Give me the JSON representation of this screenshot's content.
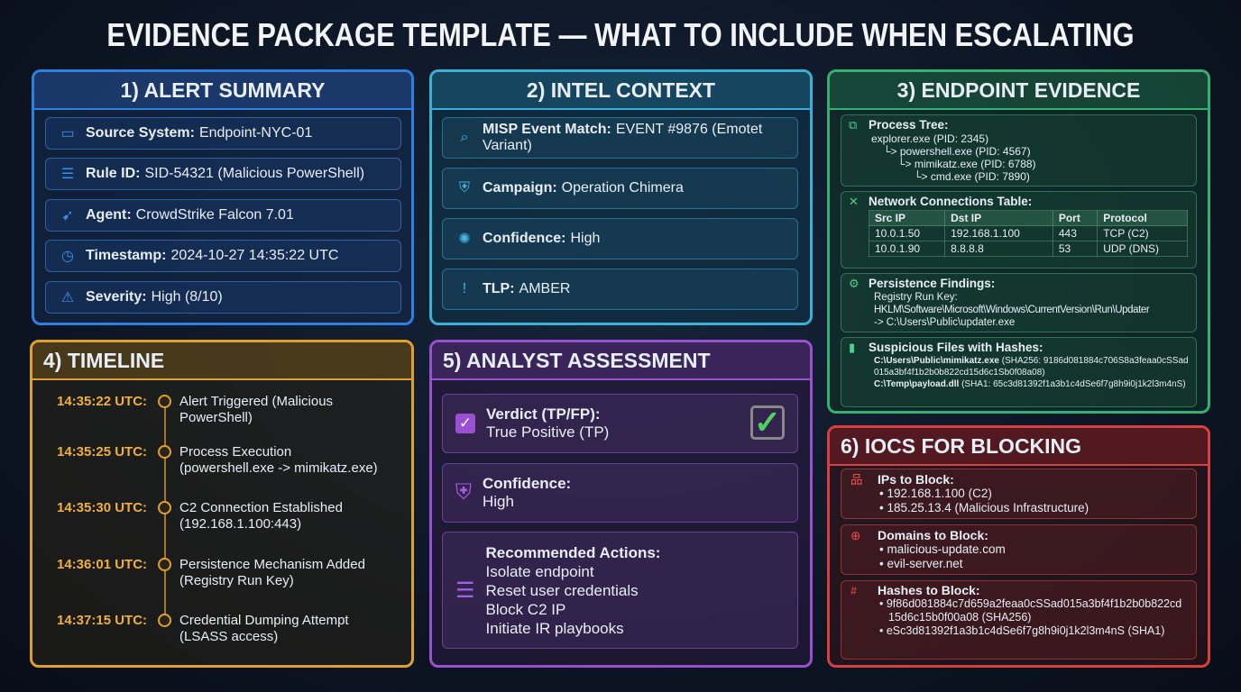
{
  "title": "EVIDENCE PACKAGE TEMPLATE — WHAT TO INCLUDE WHEN ESCALATING",
  "colors": {
    "alert": "#2d7fe0",
    "intel": "#3ab0d8",
    "endpoint": "#35b070",
    "timeline": "#e0a030",
    "assessment": "#9a50d0",
    "iocs": "#d84040"
  },
  "alert_summary": {
    "title": "1) ALERT SUMMARY",
    "items": [
      {
        "icon": "monitor-icon",
        "label": "Source System:",
        "value": "Endpoint-NYC-01"
      },
      {
        "icon": "list-icon",
        "label": "Rule ID:",
        "value": "SID-54321 (Malicious PowerShell)"
      },
      {
        "icon": "falcon-icon",
        "label": "Agent:",
        "value": "CrowdStrike Falcon 7.01"
      },
      {
        "icon": "clock-icon",
        "label": "Timestamp:",
        "value": "2024-10-27 14:35:22 UTC"
      },
      {
        "icon": "warning-icon",
        "label": "Severity:",
        "value": "High (8/10)"
      }
    ]
  },
  "intel_context": {
    "title": "2) INTEL CONTEXT",
    "items": [
      {
        "icon": "search-icon",
        "label": "MISP Event Match:",
        "value": "EVENT #9876 (Emotet Variant)"
      },
      {
        "icon": "shield-icon",
        "label": "Campaign:",
        "value": "Operation Chimera"
      },
      {
        "icon": "gauge-icon",
        "label": "Confidence:",
        "value": "High"
      },
      {
        "icon": "alert-shield-icon",
        "label": "TLP:",
        "value": "AMBER"
      }
    ]
  },
  "endpoint_evidence": {
    "title": "3) ENDPOINT EVIDENCE",
    "process_tree": {
      "label": "Process Tree:",
      "lines": [
        "explorer.exe (PID: 2345)",
        "└> powershell.exe (PID: 4567)",
        "└> mimikatz.exe (PID: 6788)",
        "└> cmd.exe (PID: 7890)"
      ]
    },
    "network": {
      "label": "Network Connections Table:",
      "columns": [
        "Src IP",
        "Dst IP",
        "Port",
        "Protocol"
      ],
      "rows": [
        [
          "10.0.1.50",
          "192.168.1.100",
          "443",
          "TCP (C2)"
        ],
        [
          "10.0.1.90",
          "8.8.8.8",
          "53",
          "UDP (DNS)"
        ]
      ]
    },
    "persistence": {
      "label": "Persistence Findings:",
      "lines": [
        "Registry Run Key:",
        "HKLM\\Software\\Microsoft\\Windows\\CurrentVersion\\Run\\Updater",
        "-> C:\\Users\\Public\\updater.exe"
      ]
    },
    "files": {
      "label": "Suspicious Files with Hashes:",
      "f1": "C:\\Users\\Public\\mimikatz.exe",
      "f1_hash": "(SHA256: 9186d081884c706S8a3feaa0cSSad015a3bf4f1b2b0b822cd15d6c1Sb0f08a08)",
      "f2": "C:\\Temp\\payload.dll",
      "f2_hash": "(SHA1: 65c3d81392f1a3b1c4dSe6f7g8h9i0j1k2l3m4nS)"
    }
  },
  "timeline": {
    "title": "4) TIMELINE",
    "events": [
      {
        "time": "14:35:22 UTC:",
        "l1": "Alert Triggered (Malicious PowerShell)",
        "l2": ""
      },
      {
        "time": "14:35:25 UTC:",
        "l1": "Process Execution",
        "l2": "(powershell.exe -> mimikatz.exe)"
      },
      {
        "time": "14:35:30 UTC:",
        "l1": "C2 Connection Established",
        "l2": "(192.168.1.100:443)"
      },
      {
        "time": "14:36:01 UTC:",
        "l1": "Persistence Mechanism Added",
        "l2": "(Registry Run Key)"
      },
      {
        "time": "14:37:15 UTC:",
        "l1": "Credential Dumping Attempt",
        "l2": "(LSASS access)"
      }
    ]
  },
  "assessment": {
    "title": "5) ANALYST ASSESSMENT",
    "verdict_label": "Verdict (TP/FP):",
    "verdict": "True Positive (TP)",
    "confidence_label": "Confidence:",
    "confidence": "High",
    "actions_label": "Recommended Actions:",
    "actions": [
      "Isolate endpoint",
      "Reset user credentials",
      "Block C2 IP",
      "Initiate IR playbooks"
    ]
  },
  "iocs": {
    "title": "6) IOCS FOR BLOCKING",
    "ips_label": "IPs to Block:",
    "ips": [
      "192.168.1.100 (C2)",
      "185.25.13.4 (Malicious Infrastructure)"
    ],
    "domains_label": "Domains to Block:",
    "domains": [
      "malicious-update.com",
      "evil-server.net"
    ],
    "hashes_label": "Hashes to Block:",
    "hashes": [
      "9f86d081884c7d659a2feaa0cSSad015a3bf4f1b2b0b822cd 15d6c15b0f00a08 (SHA256)",
      "eSc3d81392f1a3b1c4dSe6f7g8h9i0j1k2l3m4nS (SHA1)"
    ]
  }
}
